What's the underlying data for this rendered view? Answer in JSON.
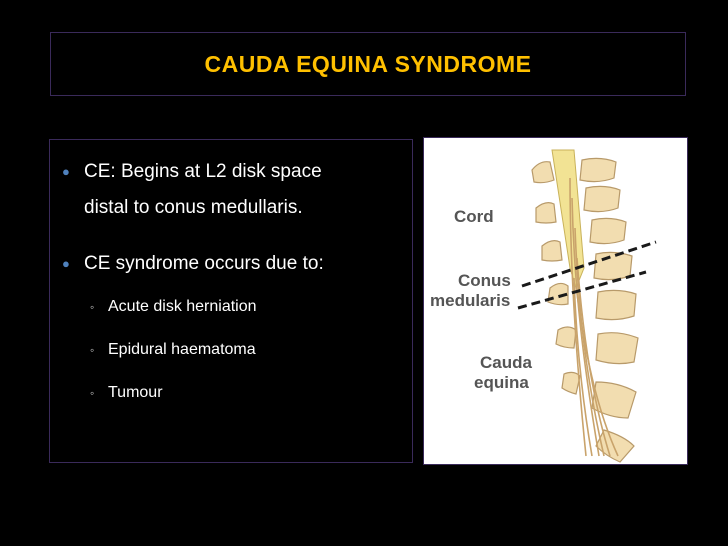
{
  "slide": {
    "title": "CAUDA EQUINA SYNDROME",
    "bullets": [
      {
        "line1": "CE: Begins at L2 disk space",
        "line2": "distal to conus medullaris."
      },
      {
        "line1": "CE syndrome occurs due to:"
      }
    ],
    "sub_bullets": [
      "Acute disk herniation",
      "Epidural haematoma",
      "Tumour"
    ],
    "diagram_labels": {
      "cord": "Cord",
      "conus_1": "Conus",
      "conus_2": "medularis",
      "cauda_1": "Cauda",
      "cauda_2": "equina"
    },
    "colors": {
      "background": "#000000",
      "title": "#ffc000",
      "bullet_marker": "#4f81bd",
      "vertebra": "#f2ddb0",
      "cord": "#f2e394",
      "nerve": "#c9a36b"
    }
  }
}
